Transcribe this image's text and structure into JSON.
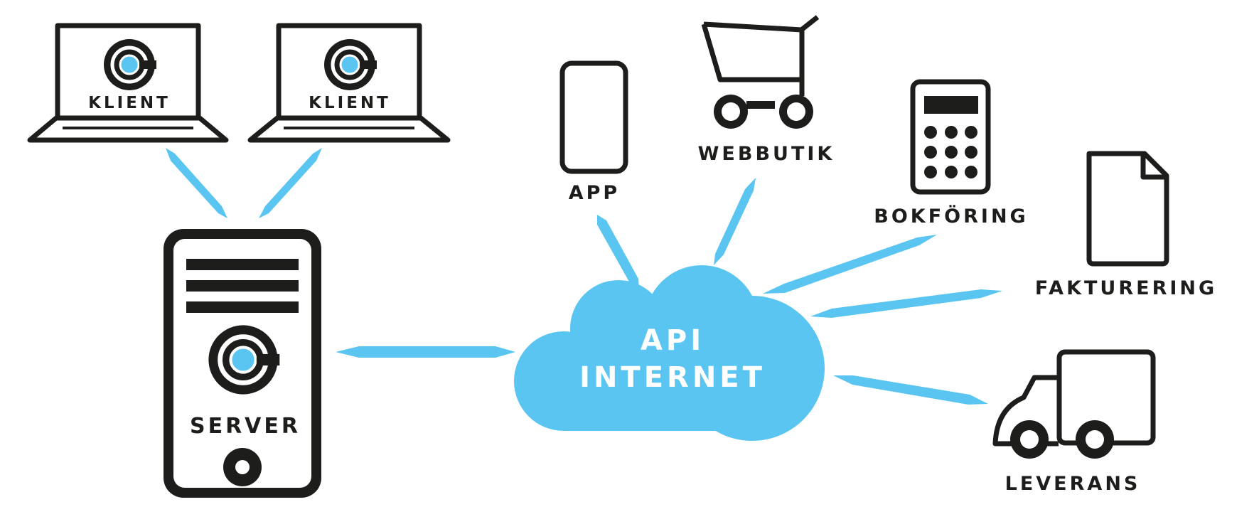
{
  "colors": {
    "ink": "#1d1d1b",
    "accent": "#5bc5f2",
    "background": "#ffffff"
  },
  "nodes": {
    "client1": {
      "label": "KLIENT",
      "icon": "laptop-icon"
    },
    "client2": {
      "label": "KLIENT",
      "icon": "laptop-icon"
    },
    "server": {
      "label": "SERVER",
      "icon": "server-tower-icon"
    },
    "cloud": {
      "line1": "API",
      "line2": "INTERNET",
      "icon": "cloud-icon"
    },
    "app": {
      "label": "APP",
      "icon": "smartphone-icon"
    },
    "webbutik": {
      "label": "WEBBUTIK",
      "icon": "shopping-cart-icon"
    },
    "bokforing": {
      "label": "BOKFÖRING",
      "icon": "calculator-icon"
    },
    "fakturering": {
      "label": "FAKTURERING",
      "icon": "document-icon"
    },
    "leverans": {
      "label": "LEVERANS",
      "icon": "delivery-truck-icon"
    }
  },
  "logo": {
    "name": "brand-logo-icon"
  }
}
